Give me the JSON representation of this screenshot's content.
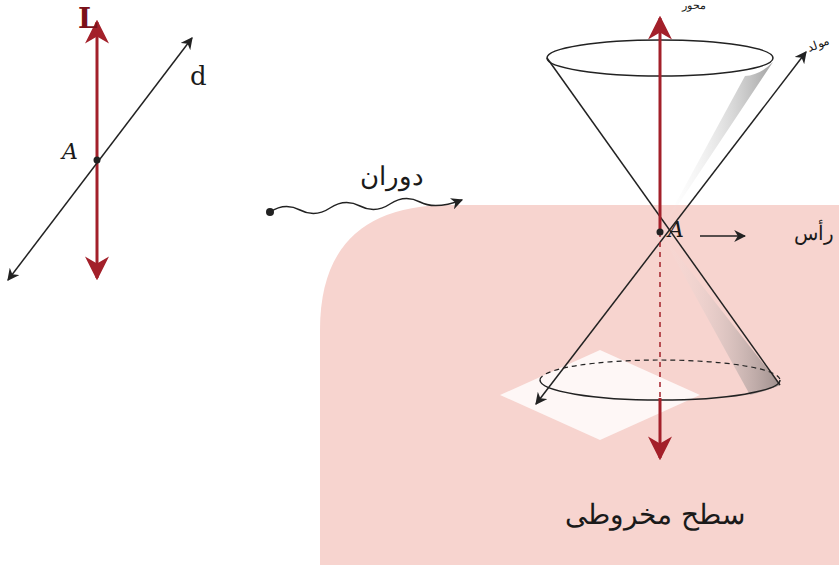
{
  "diagram": {
    "labels": [
      "L",
      "d",
      "A",
      "دوران",
      "محور",
      "مولد",
      "A",
      "رأس",
      "سطح مخروطی"
    ]
  }
}
